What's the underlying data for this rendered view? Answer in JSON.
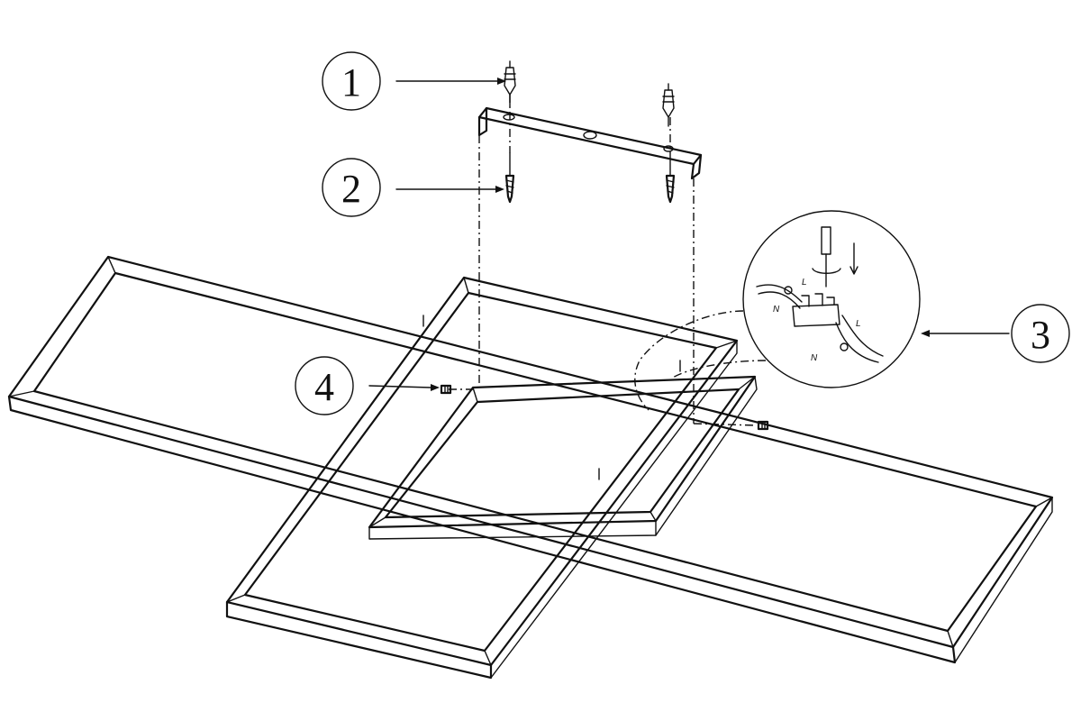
{
  "callouts": [
    {
      "number": "1",
      "part": "wall-plug"
    },
    {
      "number": "2",
      "part": "screw"
    },
    {
      "number": "3",
      "part": "wiring-terminal-detail"
    },
    {
      "number": "4",
      "part": "fixing-screw"
    }
  ],
  "wiring": {
    "label_l_top": "L",
    "label_n_left": "N",
    "label_l_right": "L",
    "label_n_bottom": "N",
    "earth_symbol_1": "⊕",
    "earth_symbol_2": "⊕"
  }
}
